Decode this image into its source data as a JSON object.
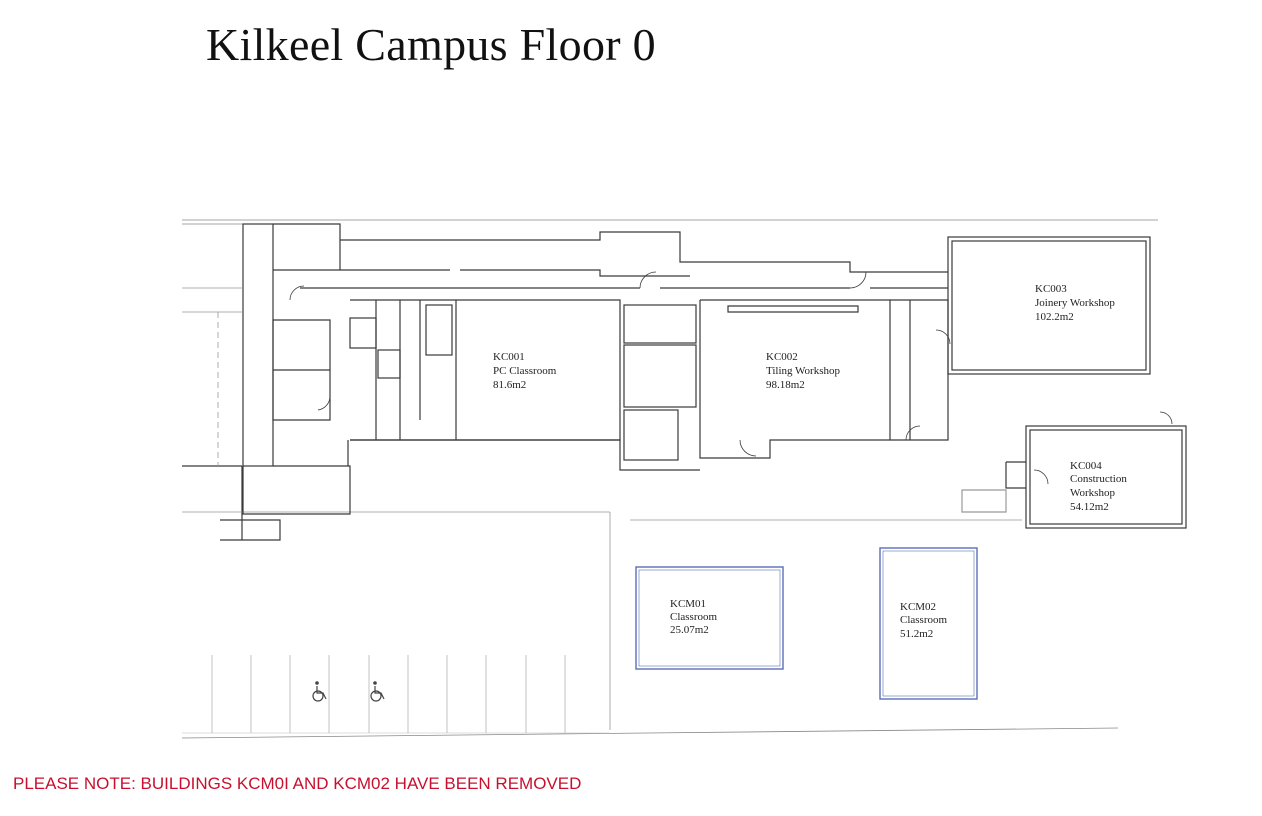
{
  "title": "Kilkeel Campus Floor 0",
  "note": "PLEASE NOTE: BUILDINGS KCM0I AND KCM02 HAVE BEEN REMOVED",
  "colors": {
    "note": "#c8102e",
    "wall": "#3a3a3a",
    "modular_outline": "#5a6fb8"
  },
  "rooms": [
    {
      "code": "KC001",
      "name": "PC Classroom",
      "area": "81.6m2"
    },
    {
      "code": "KC002",
      "name": "Tiling Workshop",
      "area": "98.18m2"
    },
    {
      "code": "KC003",
      "name": "Joinery Workshop",
      "area": "102.2m2"
    },
    {
      "code": "KC004",
      "name": "Construction",
      "name2": "Workshop",
      "area": "54.12m2"
    },
    {
      "code": "KCM01",
      "name": "Classroom",
      "area": "25.07m2"
    },
    {
      "code": "KCM02",
      "name": "Classroom",
      "area": "51.2m2"
    }
  ],
  "icons": [
    "wheelchair-icon",
    "wheelchair-icon"
  ]
}
